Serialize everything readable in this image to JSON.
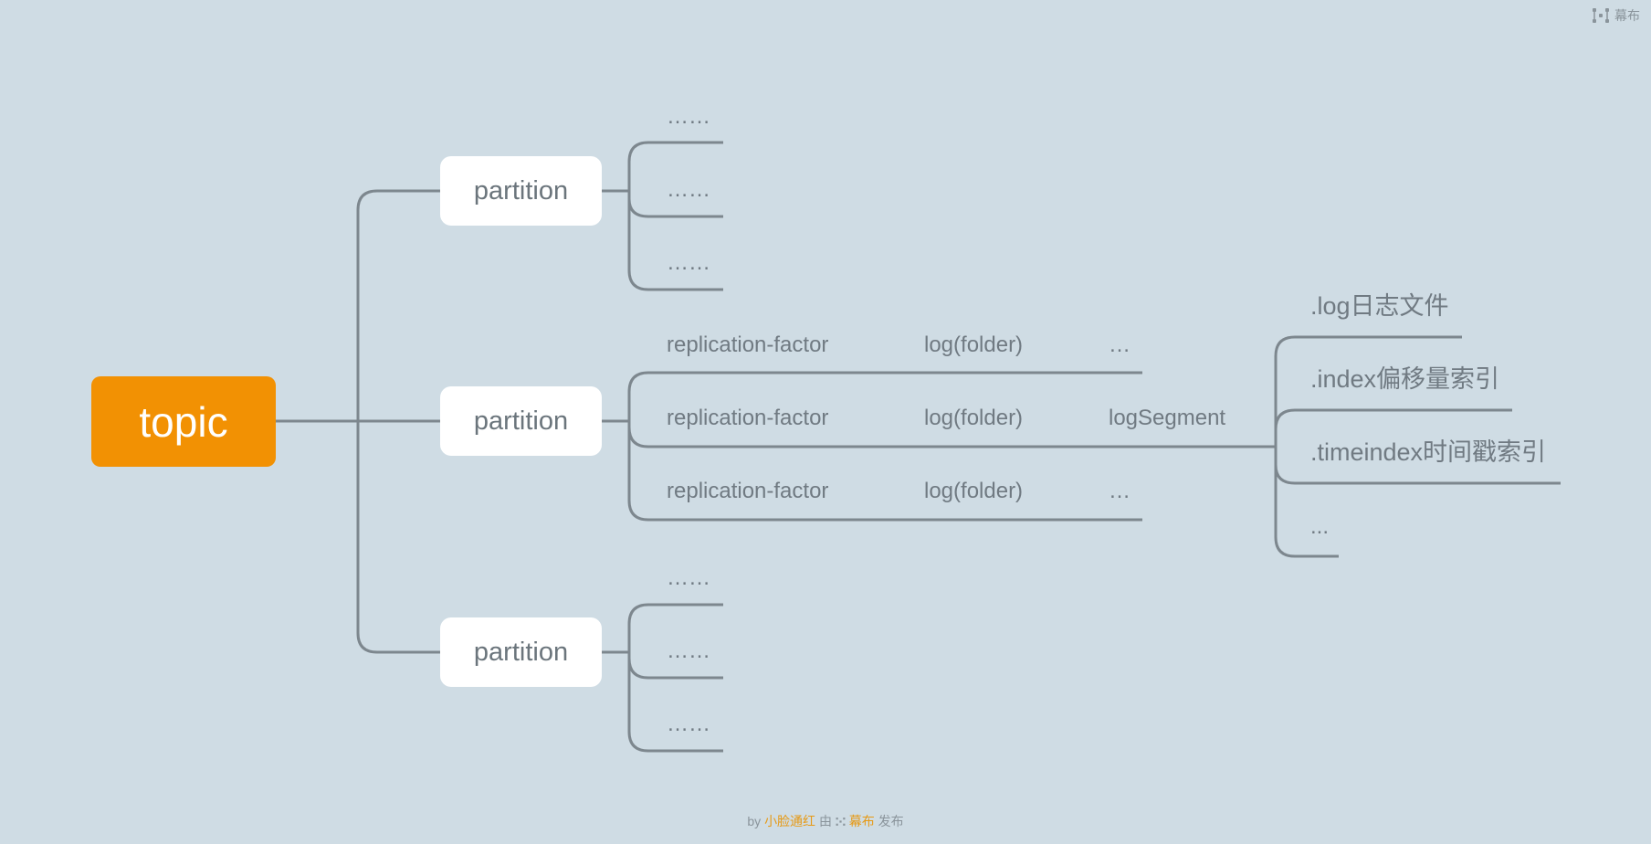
{
  "brand": {
    "icon": "mubu-logo-icon",
    "label": "幕布"
  },
  "mindmap": {
    "root": "topic",
    "partitions": [
      {
        "label": "partition",
        "children": [
          "……",
          "……",
          "……"
        ]
      },
      {
        "label": "partition",
        "rows": [
          {
            "factor": "replication-factor",
            "folder": "log(folder)",
            "tail": "…"
          },
          {
            "factor": "replication-factor",
            "folder": "log(folder)",
            "tail": "logSegment",
            "files": [
              ".log日志文件",
              ".index偏移量索引",
              ".timeindex时间戳索引",
              "..."
            ]
          },
          {
            "factor": "replication-factor",
            "folder": "log(folder)",
            "tail": "…"
          }
        ]
      },
      {
        "label": "partition",
        "children": [
          "……",
          "……",
          "……"
        ]
      }
    ]
  },
  "footer": {
    "by": "by",
    "author": "小脸通红",
    "via": "由",
    "platform_icon": "mubu-logo-icon",
    "platform": "幕布",
    "published": "发布"
  },
  "colors": {
    "background": "#cfdce4",
    "root": "#f29103",
    "partition": "#ffffff",
    "line": "#7d878e",
    "text": "#707a82",
    "accent": "#e69a17"
  }
}
